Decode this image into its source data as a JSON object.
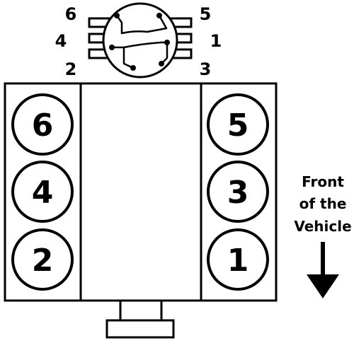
{
  "distributor": {
    "terminals": [
      {
        "label": "6",
        "side": "left",
        "row": 0
      },
      {
        "label": "4",
        "side": "left",
        "row": 1
      },
      {
        "label": "2",
        "side": "left",
        "row": 2
      },
      {
        "label": "5",
        "side": "right",
        "row": 0
      },
      {
        "label": "1",
        "side": "right",
        "row": 1
      },
      {
        "label": "3",
        "side": "right",
        "row": 2
      }
    ]
  },
  "cylinders": {
    "left_bank": [
      "6",
      "4",
      "2"
    ],
    "right_bank": [
      "5",
      "3",
      "1"
    ]
  },
  "direction": {
    "lines": [
      "Front",
      "of the",
      "Vehicle"
    ],
    "arrow": "down-arrow"
  }
}
